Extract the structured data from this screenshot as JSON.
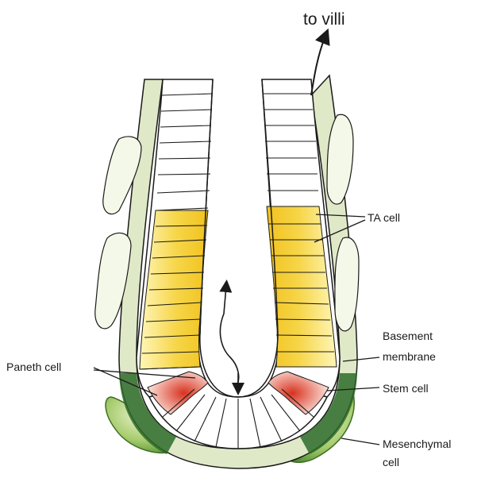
{
  "diagram": {
    "top_label": "to villi",
    "labels": {
      "ta_cell": "TA cell",
      "basement_membrane_line1": "Basement",
      "basement_membrane_line2": "membrane",
      "paneth_cell": "Paneth cell",
      "stem_cell": "Stem cell",
      "mesenchymal_line1": "Mesenchymal",
      "mesenchymal_line2": "cell"
    },
    "colors": {
      "membrane": "#dfe9c8",
      "ta_cell": "#f7d64a",
      "ta_cell_light": "#fff3a8",
      "paneth_cell": "#e23b2a",
      "stem_cell": "#2f6b2a",
      "mesenchymal": "#5d9a3a",
      "mesenchymal_light": "#eef6d2",
      "outline": "#1a1a1a"
    }
  }
}
